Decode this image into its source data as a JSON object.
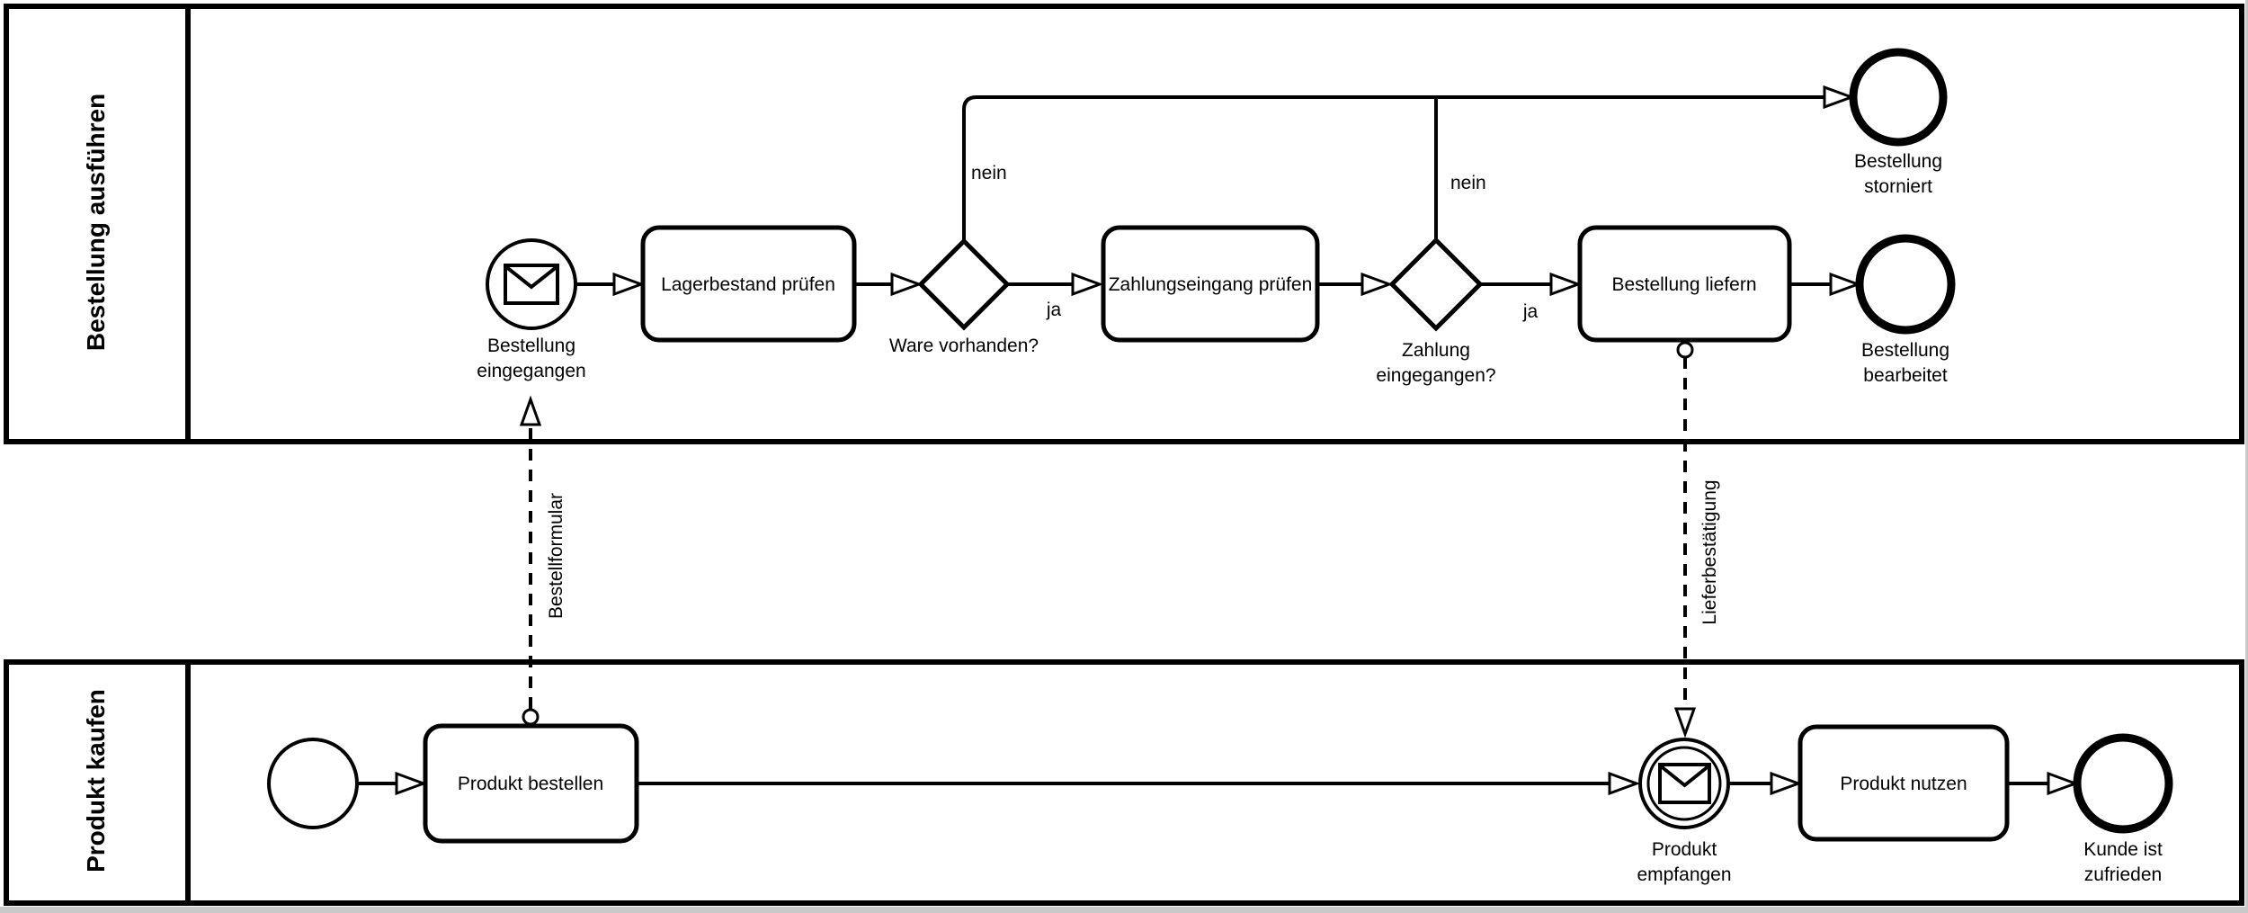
{
  "pools": {
    "top": {
      "label": "Bestellung ausführen"
    },
    "bottom": {
      "label": "Produkt kaufen"
    }
  },
  "top_pool": {
    "start_event": {
      "line1": "Bestellung",
      "line2": "eingegangen"
    },
    "task_check_stock": "Lagerbestand prüfen",
    "gateway_stock": {
      "question": "Ware vorhanden?",
      "yes": "ja",
      "no": "nein"
    },
    "task_check_payment": "Zahlungseingang prüfen",
    "gateway_payment": {
      "q_line1": "Zahlung",
      "q_line2": "eingegangen?",
      "yes": "ja",
      "no": "nein"
    },
    "task_deliver": "Bestellung liefern",
    "end_processed": {
      "line1": "Bestellung",
      "line2": "bearbeitet"
    },
    "end_cancelled": {
      "line1": "Bestellung",
      "line2": "storniert"
    }
  },
  "bottom_pool": {
    "task_order": "Produkt bestellen",
    "catch_event": {
      "line1": "Produkt",
      "line2": "empfangen"
    },
    "task_use": "Produkt nutzen",
    "end_event": {
      "line1": "Kunde ist",
      "line2": "zufrieden"
    }
  },
  "message_flows": {
    "order_form": "Bestellformular",
    "delivery_confirmation": "Lieferbestätigung"
  },
  "colors": {
    "line": "#000000",
    "background": "#ffffff",
    "edge_shadow": "#c9c9c9"
  }
}
